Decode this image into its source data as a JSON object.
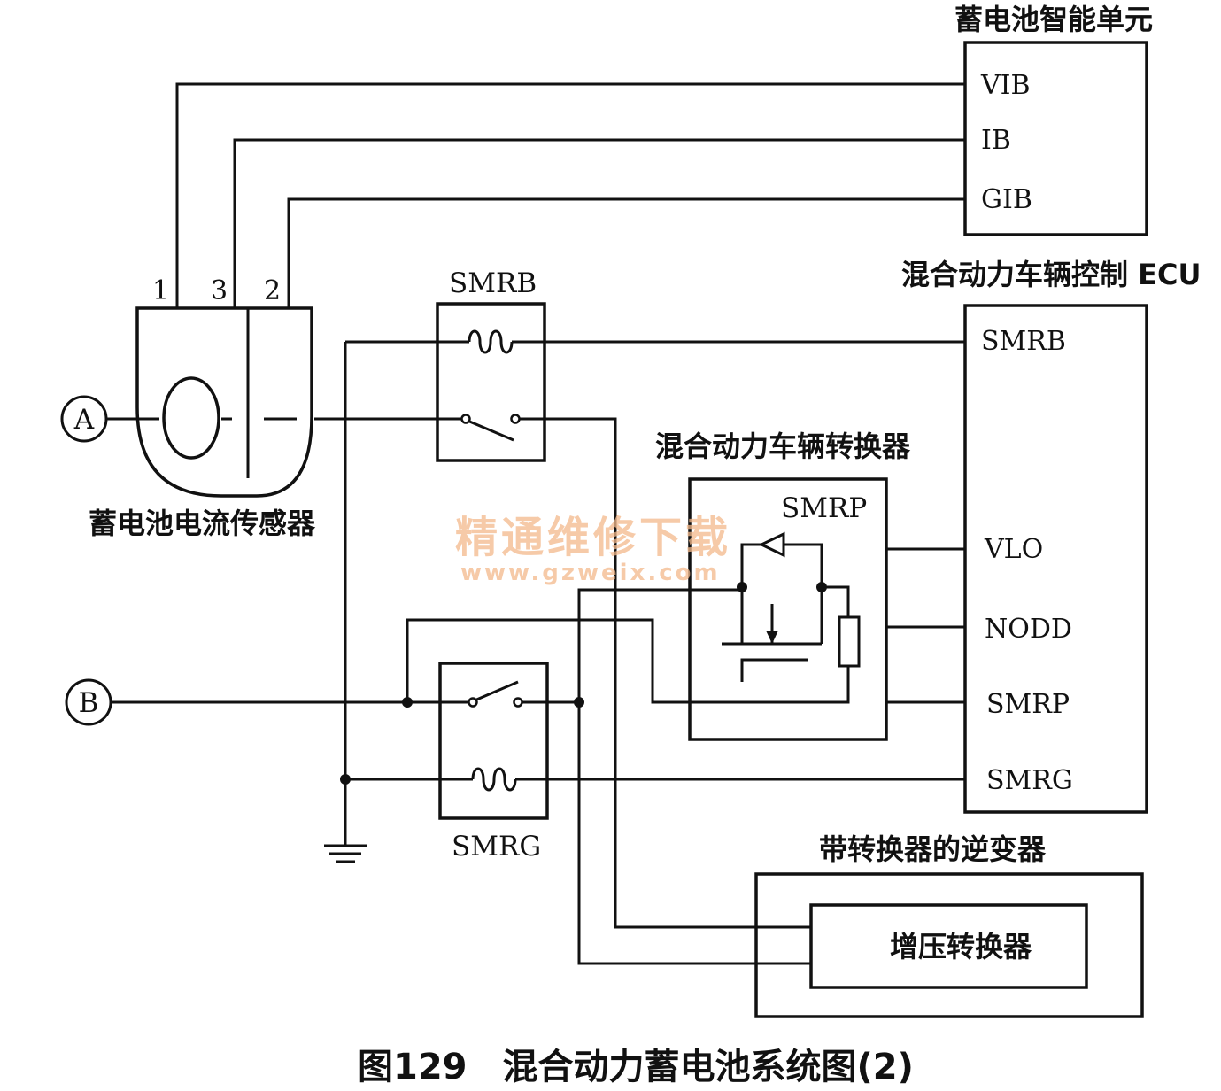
{
  "battery_unit": {
    "title": "蓄电池智能单元",
    "pins": [
      "VIB",
      "IB",
      "GIB"
    ]
  },
  "ecu": {
    "title": "混合动力车辆控制 ECU",
    "pins": [
      "SMRB",
      "VLO",
      "NODD",
      "SMRP",
      "SMRG"
    ]
  },
  "sensor": {
    "label": "蓄电池电流传感器",
    "pins": [
      "1",
      "3",
      "2"
    ]
  },
  "terminals": {
    "a": "A",
    "b": "B"
  },
  "smrb": {
    "label": "SMRB"
  },
  "smrg": {
    "label": "SMRG"
  },
  "converter": {
    "title": "混合动力车辆转换器",
    "smrp_label": "SMRP"
  },
  "inverter": {
    "title": "带转换器的逆变器",
    "boost_label": "增压转换器"
  },
  "watermark": {
    "cn": "精通维修下载",
    "url": "www.gzweix.com"
  },
  "caption": "图129　混合动力蓄电池系统图(2)"
}
